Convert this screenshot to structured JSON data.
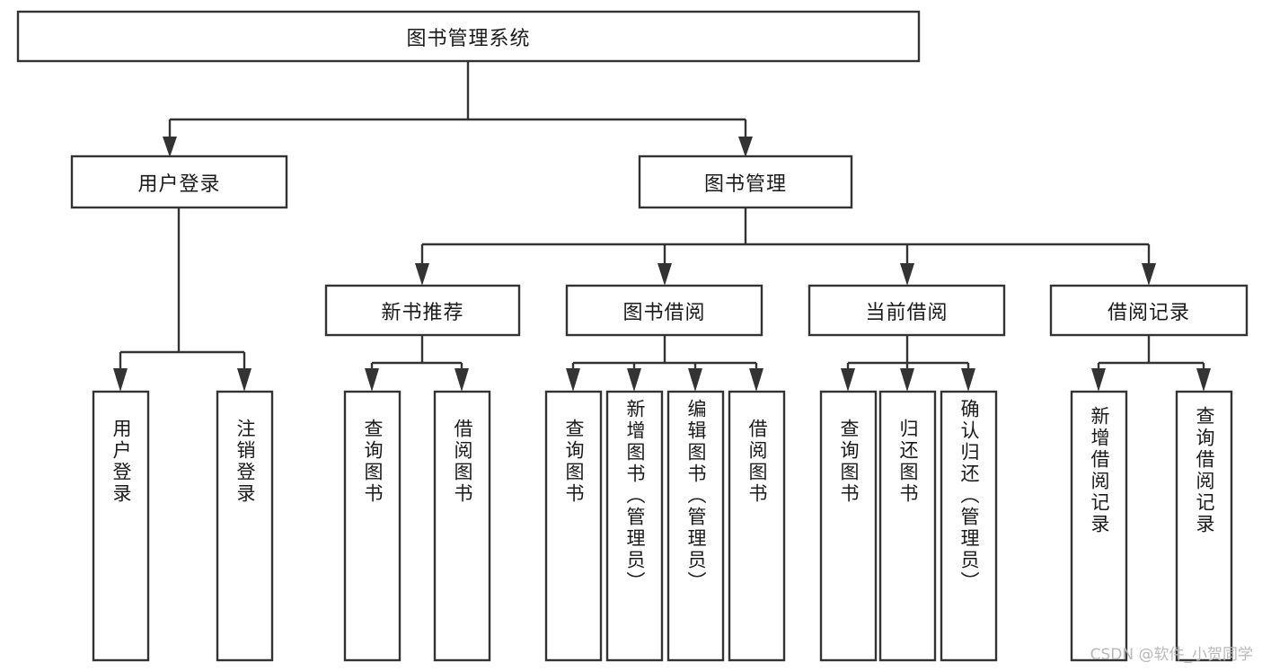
{
  "diagram": {
    "title": "图书管理系统",
    "watermark": "CSDN @软件_小贺同学",
    "type": "tree",
    "orientation": "top-down",
    "line_color": "#333333",
    "box_fill": "#ffffff",
    "text_color": "#1a1a1a",
    "nodes": {
      "root": {
        "label": "图书管理系统",
        "level": 1,
        "text_direction": "horizontal"
      },
      "l2_user_login": {
        "label": "用户登录",
        "level": 2,
        "text_direction": "horizontal"
      },
      "l2_book_manage": {
        "label": "图书管理",
        "level": 2,
        "text_direction": "horizontal"
      },
      "l3_new_book_rec": {
        "label": "新书推荐",
        "level": 3,
        "text_direction": "horizontal"
      },
      "l3_book_borrow": {
        "label": "图书借阅",
        "level": 3,
        "text_direction": "horizontal"
      },
      "l3_current_borrow": {
        "label": "当前借阅",
        "level": 3,
        "text_direction": "horizontal"
      },
      "l3_borrow_record": {
        "label": "借阅记录",
        "level": 3,
        "text_direction": "horizontal"
      },
      "leaf_user_login": {
        "label": "用户登录",
        "level": 4,
        "text_direction": "vertical"
      },
      "leaf_logout": {
        "label": "注销登录",
        "level": 4,
        "text_direction": "vertical"
      },
      "leaf_query_book_a": {
        "label": "查询图书",
        "level": 4,
        "text_direction": "vertical"
      },
      "leaf_borrow_book_a": {
        "label": "借阅图书",
        "level": 4,
        "text_direction": "vertical"
      },
      "leaf_query_book_b": {
        "label": "查询图书",
        "level": 4,
        "text_direction": "vertical"
      },
      "leaf_add_book": {
        "label": "新增图书（管理员）",
        "level": 4,
        "text_direction": "vertical"
      },
      "leaf_edit_book": {
        "label": "编辑图书（管理员）",
        "level": 4,
        "text_direction": "vertical"
      },
      "leaf_borrow_book_b": {
        "label": "借阅图书",
        "level": 4,
        "text_direction": "vertical"
      },
      "leaf_query_book_c": {
        "label": "查询图书",
        "level": 4,
        "text_direction": "vertical"
      },
      "leaf_return_book": {
        "label": "归还图书",
        "level": 4,
        "text_direction": "vertical"
      },
      "leaf_confirm_return": {
        "label": "确认归还（管理员）",
        "level": 4,
        "text_direction": "vertical"
      },
      "leaf_add_record": {
        "label": "新增借阅记录",
        "level": 4,
        "text_direction": "vertical"
      },
      "leaf_query_record": {
        "label": "查询借阅记录",
        "level": 4,
        "text_direction": "vertical"
      }
    },
    "edges": [
      {
        "from": "root",
        "to": "l2_user_login"
      },
      {
        "from": "root",
        "to": "l2_book_manage"
      },
      {
        "from": "l2_user_login",
        "to": "leaf_user_login"
      },
      {
        "from": "l2_user_login",
        "to": "leaf_logout"
      },
      {
        "from": "l2_book_manage",
        "to": "l3_new_book_rec"
      },
      {
        "from": "l2_book_manage",
        "to": "l3_book_borrow"
      },
      {
        "from": "l2_book_manage",
        "to": "l3_current_borrow"
      },
      {
        "from": "l2_book_manage",
        "to": "l3_borrow_record"
      },
      {
        "from": "l3_new_book_rec",
        "to": "leaf_query_book_a"
      },
      {
        "from": "l3_new_book_rec",
        "to": "leaf_borrow_book_a"
      },
      {
        "from": "l3_book_borrow",
        "to": "leaf_query_book_b"
      },
      {
        "from": "l3_book_borrow",
        "to": "leaf_add_book"
      },
      {
        "from": "l3_book_borrow",
        "to": "leaf_edit_book"
      },
      {
        "from": "l3_book_borrow",
        "to": "leaf_borrow_book_b"
      },
      {
        "from": "l3_current_borrow",
        "to": "leaf_query_book_c"
      },
      {
        "from": "l3_current_borrow",
        "to": "leaf_return_book"
      },
      {
        "from": "l3_current_borrow",
        "to": "leaf_confirm_return"
      },
      {
        "from": "l3_borrow_record",
        "to": "leaf_add_record"
      },
      {
        "from": "l3_borrow_record",
        "to": "leaf_query_record"
      }
    ]
  }
}
